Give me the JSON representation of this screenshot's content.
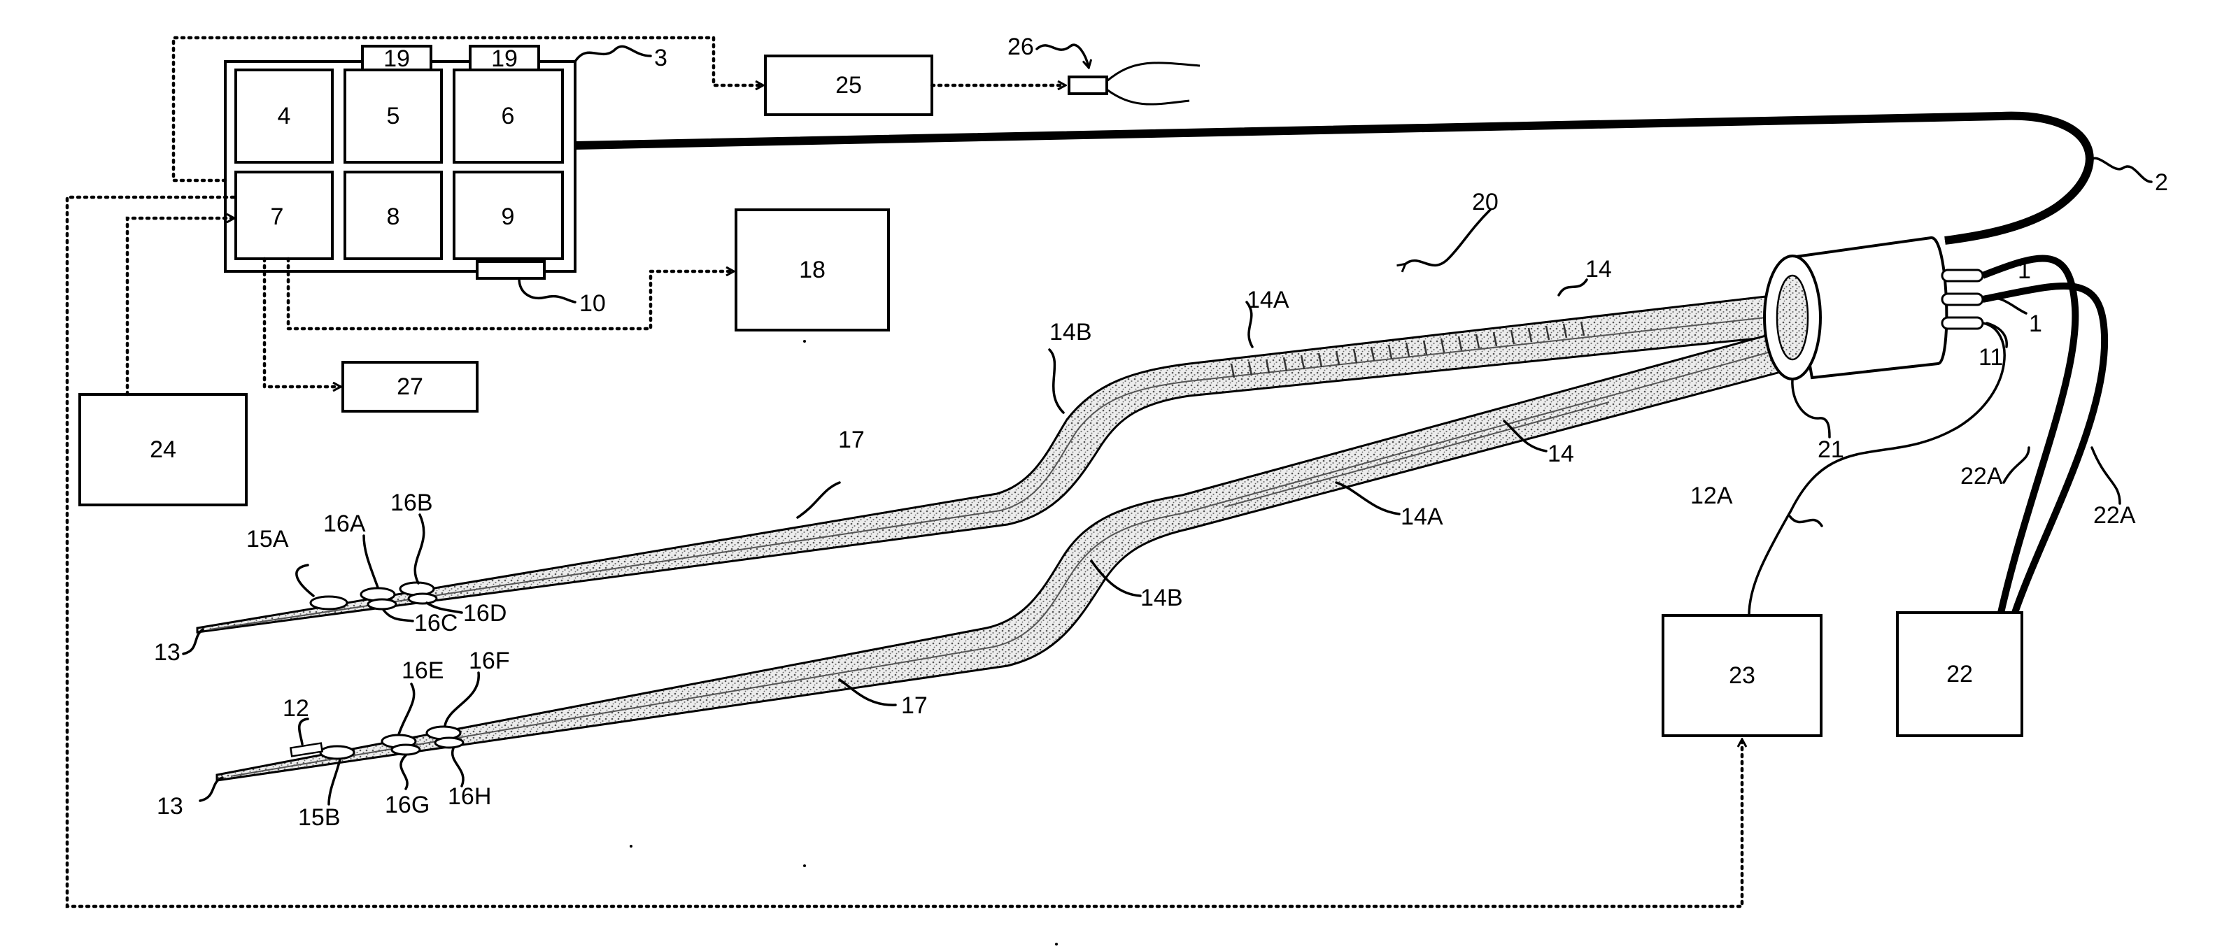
{
  "labels": {
    "ref_1a": "1",
    "ref_1b": "1",
    "ref_2": "2",
    "ref_3": "3",
    "ref_4": "4",
    "ref_5": "5",
    "ref_6": "6",
    "ref_7": "7",
    "ref_8": "8",
    "ref_9": "9",
    "ref_10": "10",
    "ref_11": "11",
    "ref_12": "12",
    "ref_12a": "12A",
    "ref_13a": "13",
    "ref_13b": "13",
    "ref_14a": "14",
    "ref_14b": "14",
    "ref_14A_a": "14A",
    "ref_14A_b": "14A",
    "ref_14B_a": "14B",
    "ref_14B_b": "14B",
    "ref_15A": "15A",
    "ref_15B": "15B",
    "ref_16A": "16A",
    "ref_16B": "16B",
    "ref_16C": "16C",
    "ref_16D": "16D",
    "ref_16E": "16E",
    "ref_16F": "16F",
    "ref_16G": "16G",
    "ref_16H": "16H",
    "ref_17a": "17",
    "ref_17b": "17",
    "ref_18": "18",
    "ref_19a": "19",
    "ref_19b": "19",
    "ref_20": "20",
    "ref_21": "21",
    "ref_22": "22",
    "ref_22A_a": "22A",
    "ref_22A_b": "22A",
    "ref_23": "23",
    "ref_24": "24",
    "ref_25": "25",
    "ref_26": "26",
    "ref_27": "27"
  }
}
